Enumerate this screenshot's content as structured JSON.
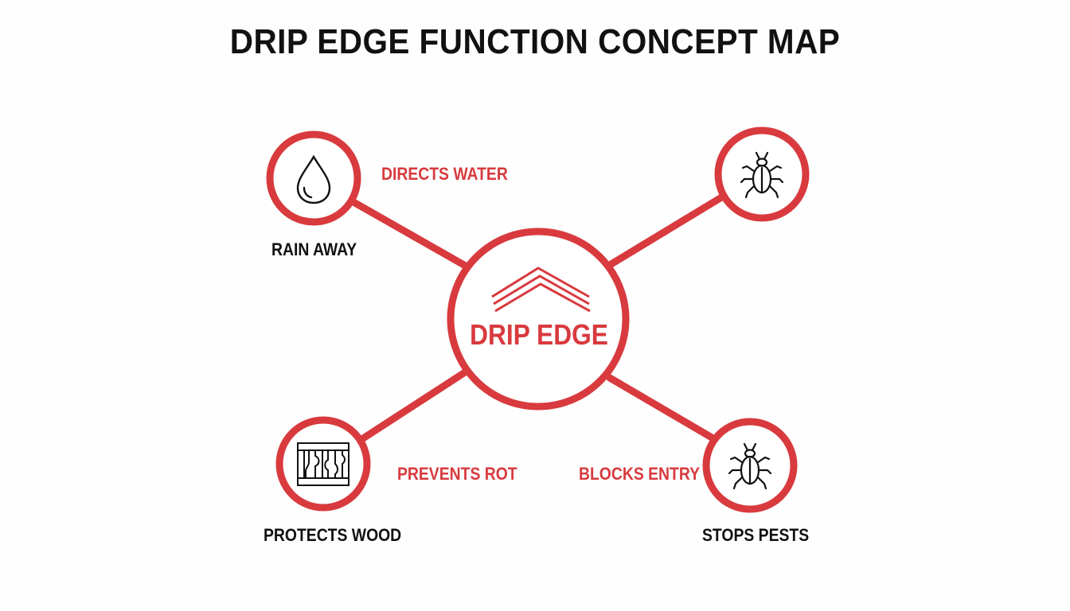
{
  "title": "DRIP EDGE FUNCTION CONCEPT MAP",
  "center": {
    "label": "DRIP EDGE",
    "icon": "roof-icon"
  },
  "nodes": [
    {
      "id": "rain",
      "icon": "water-drop-icon",
      "label": "RAIN AWAY",
      "link_label": "DIRECTS WATER"
    },
    {
      "id": "pest-top",
      "icon": "bug-icon",
      "label": "",
      "link_label": ""
    },
    {
      "id": "wood",
      "icon": "wood-grain-icon",
      "label": "PROTECTS WOOD",
      "link_label": "PREVENTS ROT"
    },
    {
      "id": "pests",
      "icon": "bug-icon",
      "label": "STOPS PESTS",
      "link_label": "BLOCKS ENTRY"
    }
  ],
  "colors": {
    "accent": "#d83a3e",
    "text": "#111111",
    "background": "#fefefe"
  }
}
